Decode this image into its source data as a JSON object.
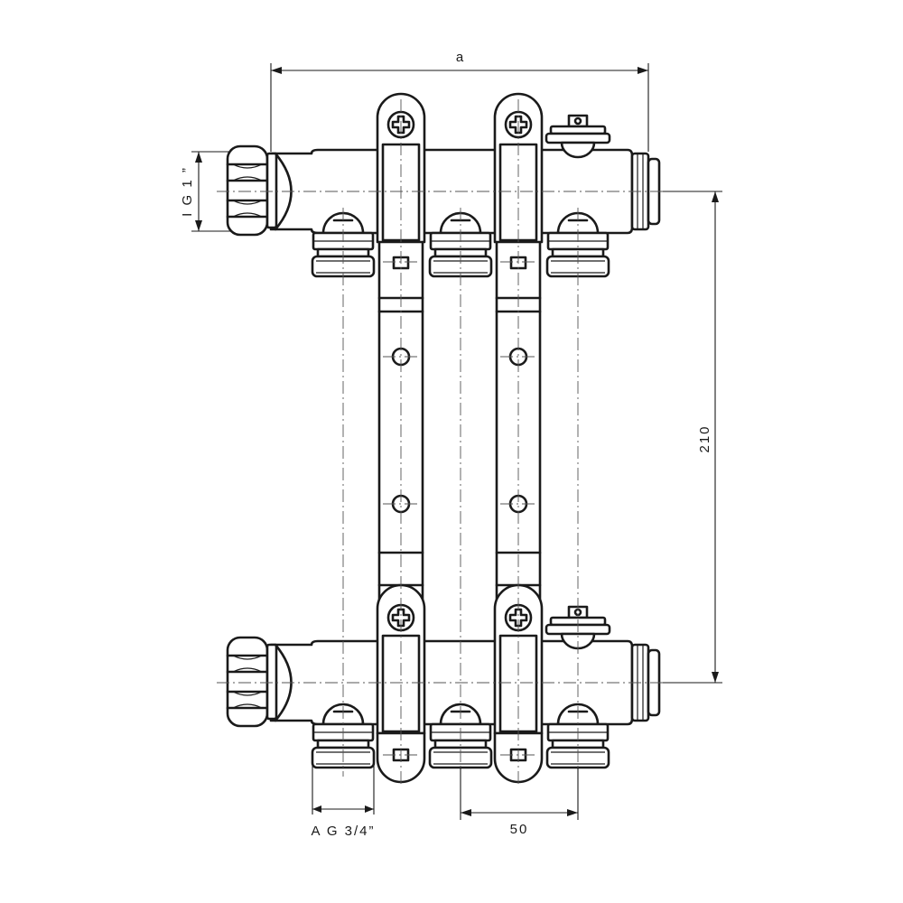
{
  "dimensions": {
    "width_label": "a",
    "height_label": "210",
    "inlet_thread_label": "I G 1 ”",
    "outlet_thread_label": "A G 3/4”",
    "spacing_label": "50"
  },
  "icons": {
    "bracket_screw": "phillips-screw-icon",
    "vent_valve": "air-vent-icon"
  },
  "colors": {
    "line": "#1a1a1a",
    "background": "#ffffff"
  }
}
